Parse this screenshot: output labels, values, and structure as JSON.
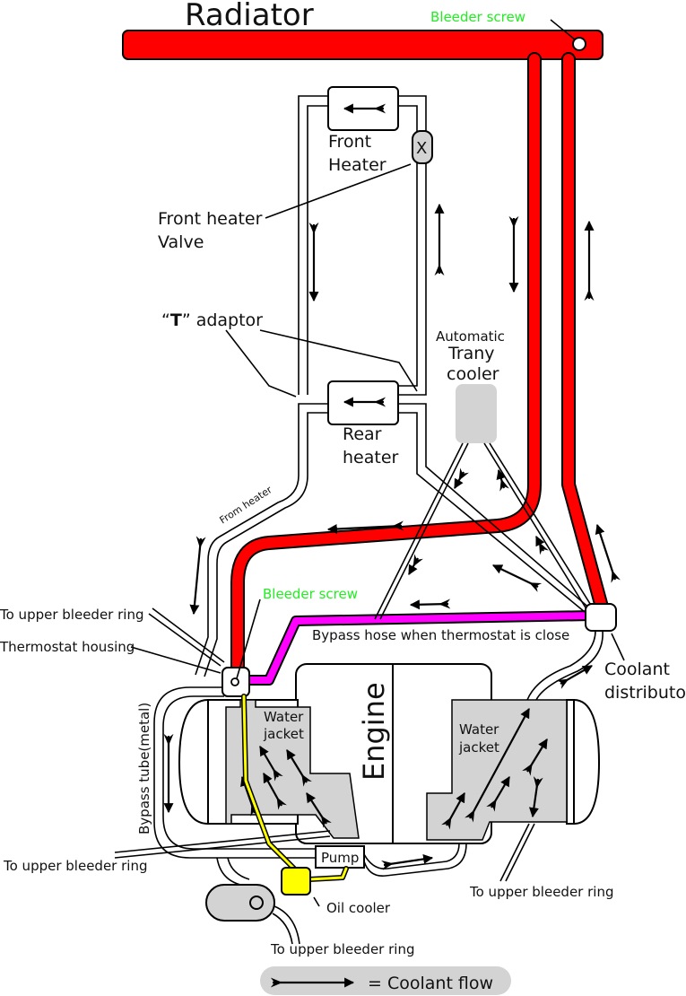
{
  "diagram": {
    "title": "Radiator",
    "colors": {
      "hot_coolant": "#ff0000",
      "bypass_hose": "#ff00ff",
      "oil_line": "#ffff00",
      "component_fill": "#d3d3d3",
      "bleeder_label": "#22ee22"
    },
    "labels": {
      "radiator": "Radiator",
      "bleeder_screw_top": "Bleeder screw",
      "front_heater_1": "Front",
      "front_heater_2": "Heater",
      "front_heater_valve_1": "Front heater",
      "front_heater_valve_2": "Valve",
      "t_adaptor_bold": "T",
      "t_adaptor_rest": "” adaptor",
      "t_adaptor_open": "“",
      "trany_cooler_1": "Automatic",
      "trany_cooler_2": "Trany",
      "trany_cooler_3": "cooler",
      "rear_heater_1": "Rear",
      "rear_heater_2": "heater",
      "from_heater": "From heater",
      "bleeder_screw_left": "Bleeder screw",
      "to_upper_bleeder_ring_1": "To upper bleeder ring",
      "thermostat_housing": "Thermostat housing",
      "bypass_hose": "Bypass hose when thermostat is close",
      "coolant_distributor_1": "Coolant",
      "coolant_distributor_2": "distributor",
      "bypass_tube": "Bypass tube(metal)",
      "water_jacket_left_1": "Water",
      "water_jacket_left_2": "jacket",
      "engine": "Engine",
      "water_jacket_right_1": "Water",
      "water_jacket_right_2": "jacket",
      "to_upper_bleeder_ring_2": "To upper bleeder ring",
      "pump": "Pump",
      "oil_cooler": "Oil cooler",
      "to_upper_bleeder_ring_3": "To upper bleeder ring",
      "to_upper_bleeder_ring_4": "To upper bleeder ring",
      "valve_symbol": "X"
    },
    "legend": {
      "label": "= Coolant flow",
      "icon": "coolant-flow-arrow-icon"
    }
  }
}
